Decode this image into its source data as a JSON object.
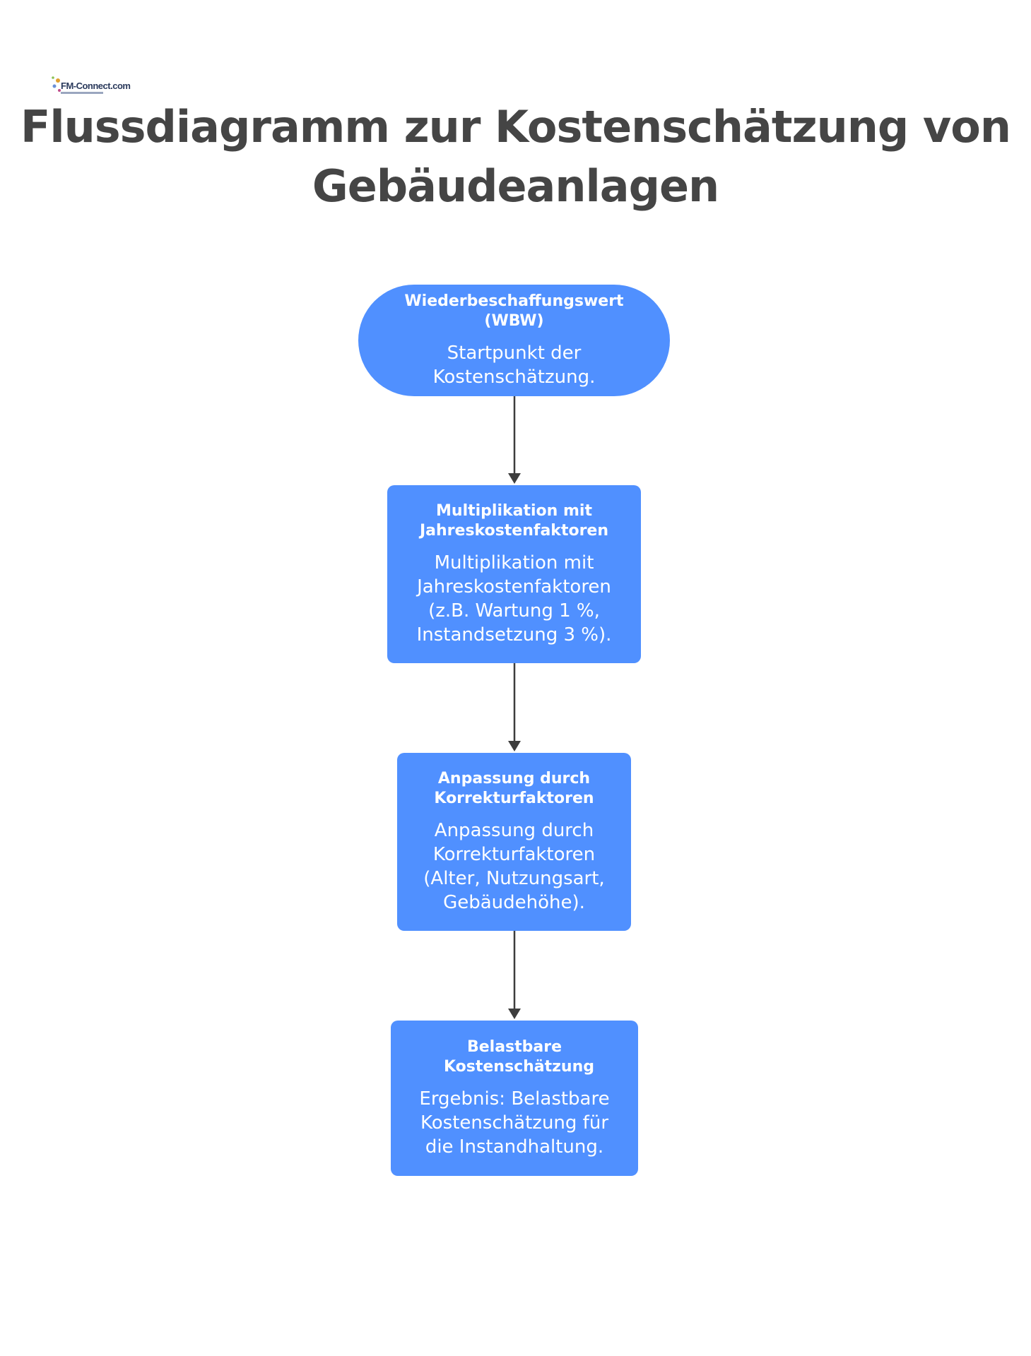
{
  "logo": {
    "text": "FM-Connect.com"
  },
  "title": "Flussdiagramm zur Kostenschätzung von Gebäudeanlagen",
  "colors": {
    "node_fill": "#5090ff",
    "title_text": "#454545",
    "arrow": "#3d3d3d"
  },
  "nodes": [
    {
      "shape": "rounded",
      "title": "Wiederbeschaffungswert (WBW)",
      "text": "Startpunkt der Kostenschätzung."
    },
    {
      "shape": "rect",
      "title": "Multiplikation mit Jahreskostenfaktoren",
      "text": "Multiplikation mit Jahreskostenfaktoren (z.B. Wartung 1 %, Instandsetzung 3 %)."
    },
    {
      "shape": "rect",
      "title": "Anpassung durch Korrekturfaktoren",
      "text": "Anpassung durch Korrekturfaktoren (Alter, Nutzungsart, Gebäudehöhe)."
    },
    {
      "shape": "rect",
      "title": "Belastbare Kostenschätzung",
      "text": "Ergebnis: Belastbare Kostenschätzung für die Instandhaltung."
    }
  ]
}
